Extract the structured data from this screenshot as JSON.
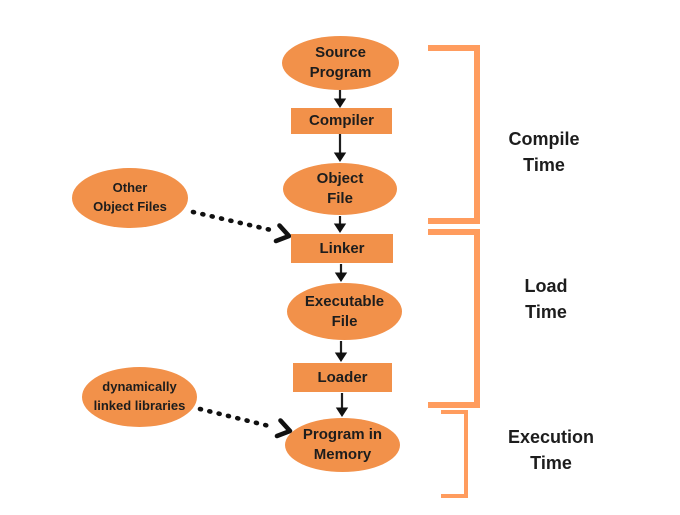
{
  "diagram": {
    "nodes": {
      "source_program": {
        "line1": "Source",
        "line2": "Program"
      },
      "compiler": {
        "label": "Compiler"
      },
      "object_file": {
        "line1": "Object",
        "line2": "File"
      },
      "linker": {
        "label": "Linker"
      },
      "executable_file": {
        "line1": "Executable",
        "line2": "File"
      },
      "loader": {
        "label": "Loader"
      },
      "program_in_memory": {
        "line1": "Program in",
        "line2": "Memory"
      },
      "other_object_files": {
        "line1": "Other",
        "line2": "Object Files"
      },
      "dynamically_linked_libraries": {
        "line1": "dynamically",
        "line2": "linked libraries"
      }
    },
    "phases": {
      "compile_time": {
        "line1": "Compile",
        "line2": "Time"
      },
      "load_time": {
        "line1": "Load",
        "line2": "Time"
      },
      "execution_time": {
        "line1": "Execution",
        "line2": "Time"
      }
    },
    "colors": {
      "node_fill": "#F2914A",
      "bracket_stroke": "#FF9C5E",
      "text": "#1D1D1D",
      "arrow": "#111111",
      "background": "#FFFFFF"
    }
  }
}
